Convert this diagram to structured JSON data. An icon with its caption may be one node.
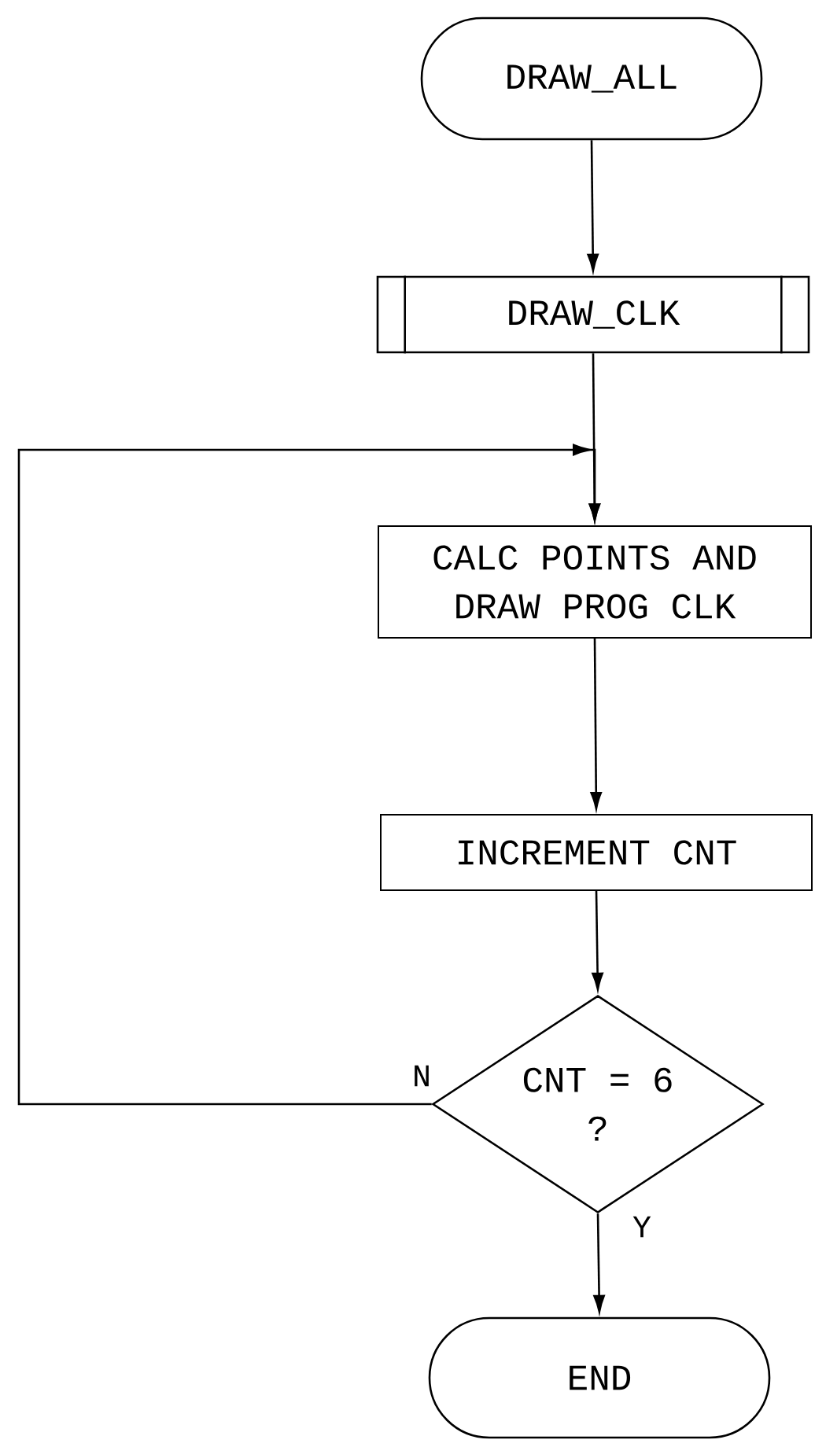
{
  "diagram": {
    "nodes": [
      {
        "text": [
          "DRAW_ALL"
        ]
      },
      {
        "text": [
          "DRAW_CLK"
        ]
      },
      {
        "text": [
          "CALC POINTS AND DRAW PROG CLK"
        ]
      },
      {
        "text": [
          "INCREMENT CNT"
        ]
      },
      {
        "text": [
          "CNT = 6 ?"
        ]
      },
      {
        "text": [
          "END"
        ]
      }
    ],
    "edges": [
      {
        "from": 0,
        "to": 1,
        "arrow": "to"
      },
      {
        "from": 1,
        "to": 2,
        "arrow": "to"
      },
      {
        "from": 2,
        "to": 3,
        "arrow": "to"
      },
      {
        "from": 3,
        "to": 4,
        "arrow": "to"
      },
      {
        "from": 4,
        "to": 5,
        "arrow": "to",
        "label": "Y"
      },
      {
        "from": 4,
        "to": 2,
        "arrow": "to",
        "label": "N"
      }
    ]
  }
}
